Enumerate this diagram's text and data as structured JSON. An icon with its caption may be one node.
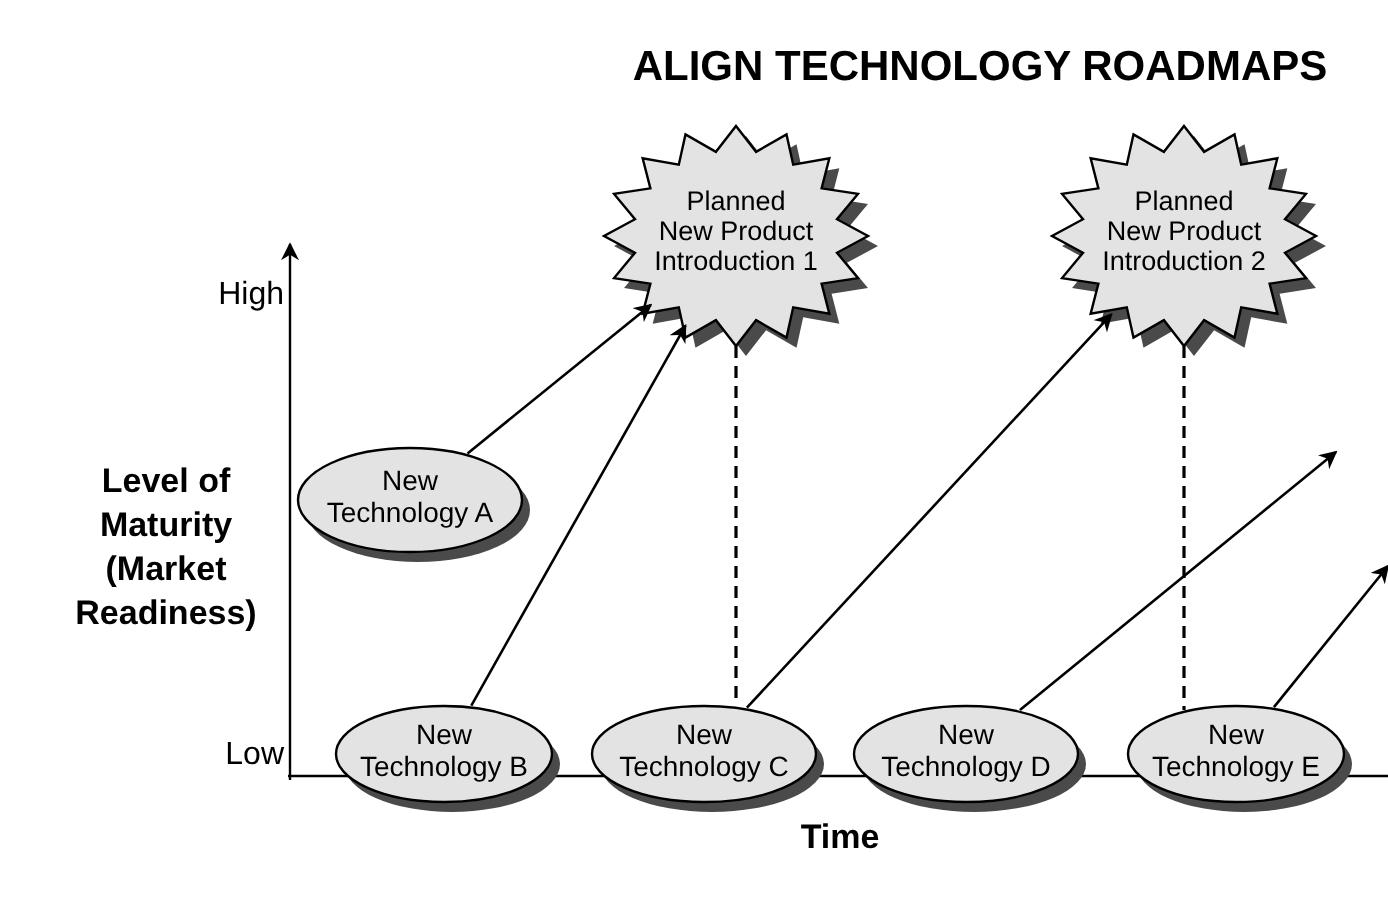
{
  "diagram": {
    "title": "ALIGN TECHNOLOGY ROADMAPS",
    "nodes": [
      {
        "text": [
          "Planned New Product Introduction 1"
        ]
      },
      {
        "text": [
          "Planned New Product Introduction 2"
        ]
      },
      {
        "text": [
          "New Technology A"
        ]
      },
      {
        "text": [
          "New Technology B"
        ]
      },
      {
        "text": [
          "New Technology C"
        ]
      },
      {
        "text": [
          "New Technology D"
        ]
      },
      {
        "text": [
          "New Technology E"
        ]
      }
    ],
    "edges": [
      {
        "from": 2,
        "to": 0,
        "arrow": "to"
      },
      {
        "from": 3,
        "to": 0,
        "arrow": "to"
      },
      {
        "from": 4,
        "to": 1,
        "arrow": "to"
      },
      {
        "from": 5,
        "to": null,
        "arrow": "to"
      },
      {
        "from": 6,
        "to": null,
        "arrow": "to"
      },
      {
        "from": 0,
        "to": 4,
        "arrow": "none",
        "style": "dashed"
      },
      {
        "from": 1,
        "to": 6,
        "arrow": "none",
        "style": "dashed"
      }
    ],
    "labels": [
      "High",
      "Level of Maturity (Market Readiness)",
      "Low",
      "Time"
    ]
  }
}
